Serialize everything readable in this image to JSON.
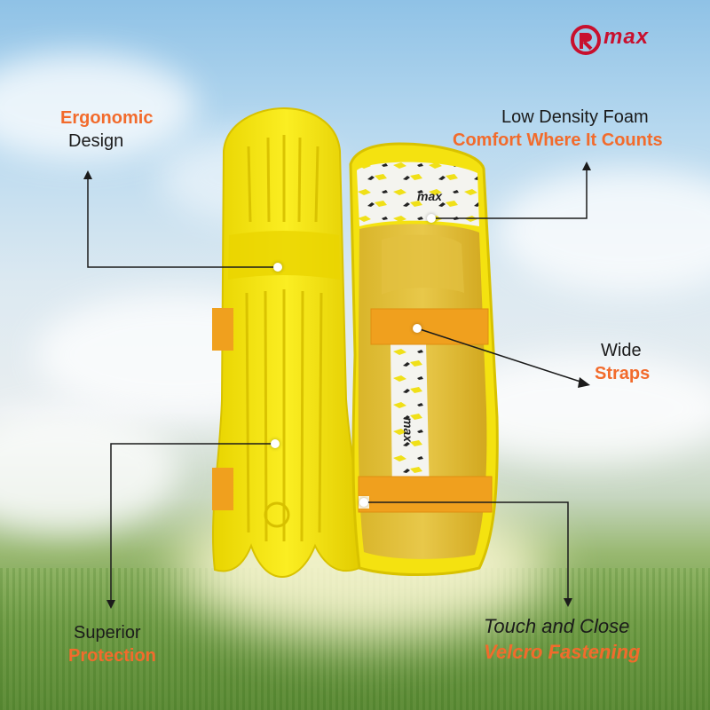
{
  "brand": {
    "logo_text": "max",
    "color": "#c8102e"
  },
  "accent_color": "#f26b2c",
  "callouts": {
    "ergonomic": {
      "highlight": "Ergonomic",
      "text": "Design"
    },
    "foam": {
      "text": "Low Density Foam",
      "highlight": "Comfort Where It Counts"
    },
    "straps": {
      "text": "Wide",
      "highlight": "Straps"
    },
    "protection": {
      "text": "Superior",
      "highlight": "Protection"
    },
    "velcro": {
      "text": "Touch and Close",
      "highlight": "Velcro Fastening"
    }
  },
  "product": {
    "inner_brand": "max",
    "pad_color": "#f5e60f",
    "strap_color": "#f0a01e"
  }
}
